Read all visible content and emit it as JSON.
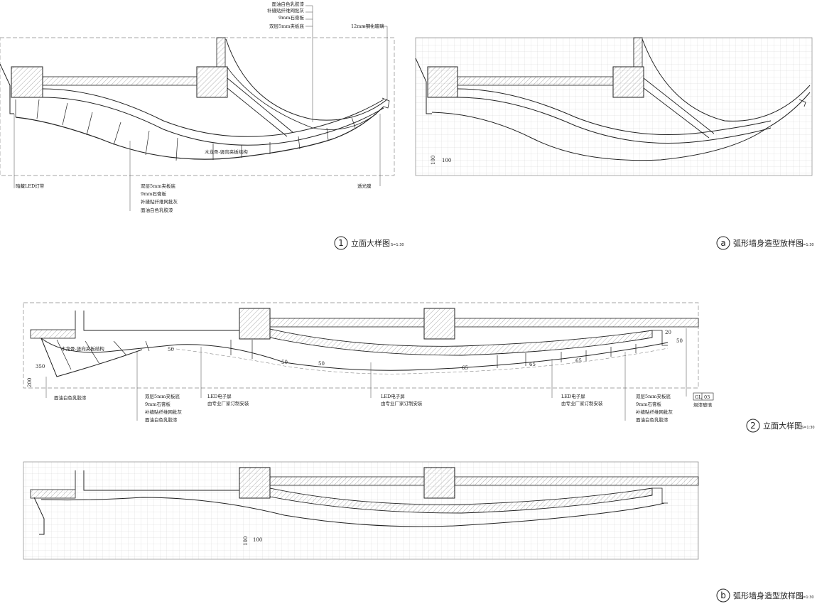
{
  "colors": {
    "line": "#222222",
    "grid": "#cfcfcf",
    "hatch": "#666666",
    "frame": "#888888"
  },
  "drawings": {
    "d1": {
      "symbol": "1",
      "title": "立面大样图",
      "scale": "S=1:30",
      "notes_top": [
        "面油白色乳胶漆",
        "补缝贴纤维网批灰",
        "9mm石膏板",
        "双层5mm夹板底"
      ],
      "note_glass": "12mm钢化玻璃",
      "note_keel": "木龙骨-竖向夹板结构",
      "note_led_strip": "暗藏LED灯带",
      "notes_bottom": [
        "双层5mm夹板底",
        "9mm石膏板",
        "补缝贴纤维网批灰",
        "面油白色乳胶漆"
      ],
      "note_film": "透光膜"
    },
    "da": {
      "symbol": "a",
      "title": "弧形墙身造型放样图",
      "scale": "S=1:30",
      "grid_dims": [
        "100",
        "100"
      ]
    },
    "d2": {
      "symbol": "2",
      "title": "立面大样图",
      "scale": "S=1:30",
      "note_keel": "木龙骨-竖向夹板结构",
      "dims_left": [
        "350",
        "200"
      ],
      "note_left": "面油白色乳胶漆",
      "notes_mid": [
        "双层5mm夹板底",
        "9mm石膏板",
        "补缝贴纤维网批灰",
        "面油白色乳胶漆"
      ],
      "led_1": [
        "LED电子屏",
        "由专业厂家订制安装"
      ],
      "led_2": [
        "LED电子屏",
        "由专业厂家订制安装"
      ],
      "led_3": [
        "LED电子屏",
        "由专业厂家订制安装"
      ],
      "notes_right": [
        "双层5mm夹板底",
        "9mm石膏板",
        "补缝贴纤维网批灰",
        "面油白色乳胶漆"
      ],
      "tag_code": "GL",
      "tag_no": "03",
      "tag_label": "焗漆玻璃",
      "dims_along": [
        "50",
        "50",
        "50",
        "65",
        "65",
        "65"
      ],
      "dims_right": [
        "20",
        "50"
      ]
    },
    "db": {
      "symbol": "b",
      "title": "弧形墙身造型放样图",
      "scale": "S=1:30",
      "grid_dims": [
        "100",
        "100"
      ]
    }
  }
}
